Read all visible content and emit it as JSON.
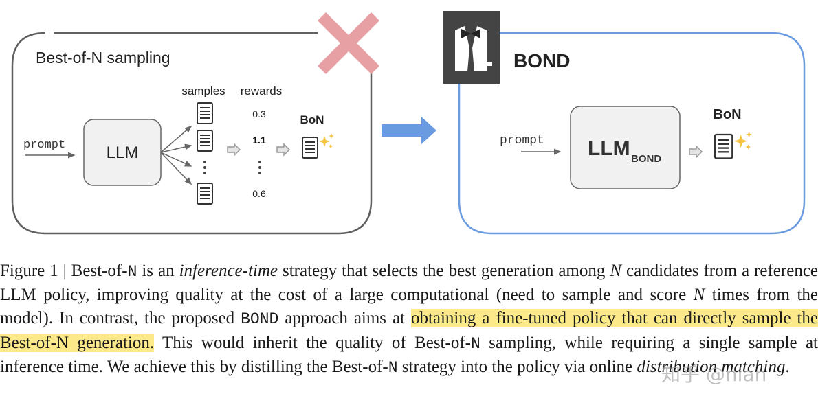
{
  "figure": {
    "left_panel": {
      "title": "Best-of-N sampling",
      "prompt": "prompt",
      "llm": "LLM",
      "samples_header": "samples",
      "rewards_header": "rewards",
      "rewards": [
        "0.3",
        "1.1",
        "0.6"
      ],
      "output_label": "BoN",
      "rejected_icon": "red-cross-icon"
    },
    "right_panel": {
      "title": "BOND",
      "prompt": "prompt",
      "llm": "LLM",
      "llm_subscript": "BOND",
      "output_label": "BoN",
      "logo_icon": "tuxedo-icon"
    },
    "colors": {
      "left_border": "#606060",
      "right_border": "#6a9be0",
      "cross": "#e7a0a4",
      "arrow": "#6a9be0",
      "highlight": "#fbe98a"
    }
  },
  "caption": {
    "figure_label": "Figure 1",
    "t1": " | Best-of-",
    "n1": "N",
    "t2": " is an ",
    "em1": "inference-time",
    "t3": " strategy that selects the best generation among ",
    "n2": "N",
    "t4": " candidates from a reference LLM policy, improving quality at the cost of a large computational (need to sample and score ",
    "n3": "N",
    "t5": " times from the model). In contrast, the proposed ",
    "code_bond": "BOND",
    "t6": " approach aims at ",
    "highlight": "obtaining a fine-tuned policy that can directly sample the Best-of-N generation.",
    "t7": " This would inherit the quality of Best-of-",
    "n4": "N",
    "t8": " sampling, while requiring a single sample at inference time. We achieve this by distilling the Best-of-",
    "n5": "N",
    "t9": " strategy into the policy via online ",
    "em2": "distribution matching",
    "t10": "."
  },
  "watermark": "知乎 @nian"
}
